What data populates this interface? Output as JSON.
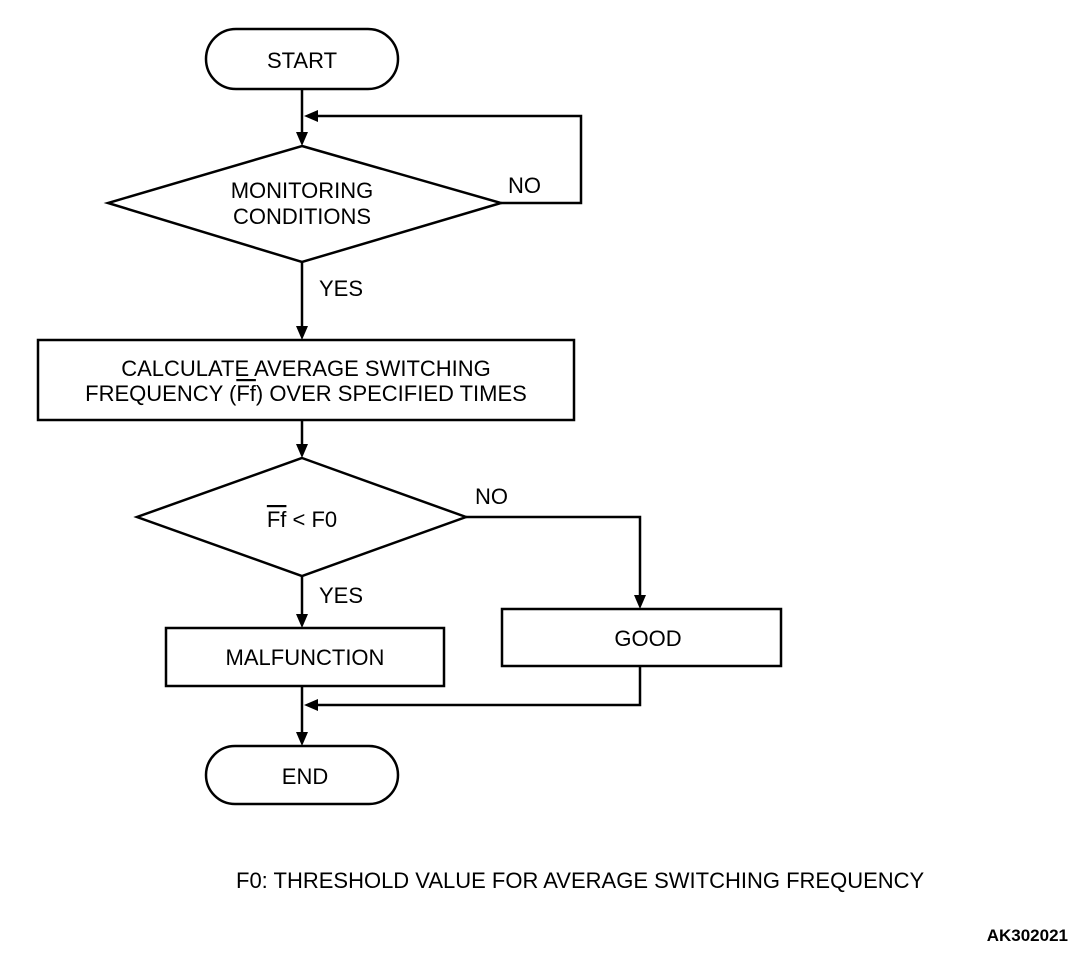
{
  "nodes": {
    "start": "START",
    "monitoring_line1": "MONITORING",
    "monitoring_line2": "CONDITIONS",
    "calc_line1": "CALCULATE AVERAGE SWITCHING",
    "calc_line2_pre": "FREQUENCY (",
    "calc_line2_ovl": "Ff",
    "calc_line2_post": ") OVER SPECIFIED TIMES",
    "cond_ovl": "Ff",
    "cond_post": " < F0",
    "malfunction": "MALFUNCTION",
    "good": "GOOD",
    "end": "END"
  },
  "edges": {
    "monitoring_no": "NO",
    "monitoring_yes": "YES",
    "cond_no": "NO",
    "cond_yes": "YES"
  },
  "footnote": "F0: THRESHOLD VALUE FOR AVERAGE SWITCHING FREQUENCY",
  "figure_id": "AK302021"
}
